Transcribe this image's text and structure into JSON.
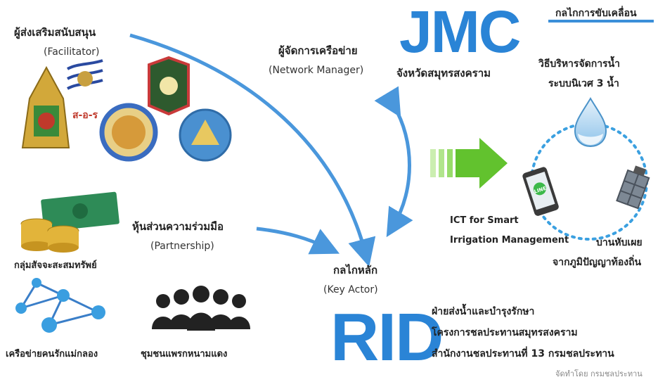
{
  "facilitator": {
    "title_th": "ผู้ส่งเสริมสนับสนุน",
    "title_en": "(Facilitator)"
  },
  "network_manager": {
    "title_th": "ผู้จัดการเครือข่าย",
    "title_en": "(Network Manager)"
  },
  "jmc": {
    "logo": "JMC",
    "subtitle": "จังหวัดสมุทรสงคราม"
  },
  "mechanism": {
    "label": "กลไกการขับเคลื่อน"
  },
  "water_mgmt": {
    "line1": "วิธีบริหารจัดการน้ำ",
    "line2": "ระบบนิเวศ 3 น้ำ"
  },
  "ict": {
    "line1": "ICT for Smart",
    "line2": "Irrigation Management"
  },
  "local_wisdom": {
    "line1": "บานหับเผย",
    "line2": "จากภูมิปัญญาท้องถิ่น"
  },
  "partnership": {
    "title_th": "หุ้นส่วนความร่วมมือ",
    "title_en": "(Partnership)"
  },
  "savings_group": {
    "label": "กลุ่มสัจจะสะสมทรัพย์"
  },
  "network_group": {
    "label": "เครือข่ายคนรักแม่กลอง"
  },
  "community": {
    "label": "ชุมชนแพรกหนามแดง"
  },
  "key_actor": {
    "title_th": "กลไกหลัก",
    "title_en": "(Key Actor)"
  },
  "rid": {
    "logo": "RID",
    "line1": "ฝ่ายส่งน้ำและบำรุงรักษา",
    "line2": "โครงการชลประทานสมุทรสงคราม",
    "line3": "สำนักงานชลประทานที่ 13 กรมชลประทาน"
  },
  "credit": {
    "text": "จัดทำโดย กรมชลประทาน"
  },
  "colors": {
    "accent": "#3b8fd9",
    "green": "#62c22e",
    "money": "#2e8b57",
    "gold": "#e2b43a"
  }
}
